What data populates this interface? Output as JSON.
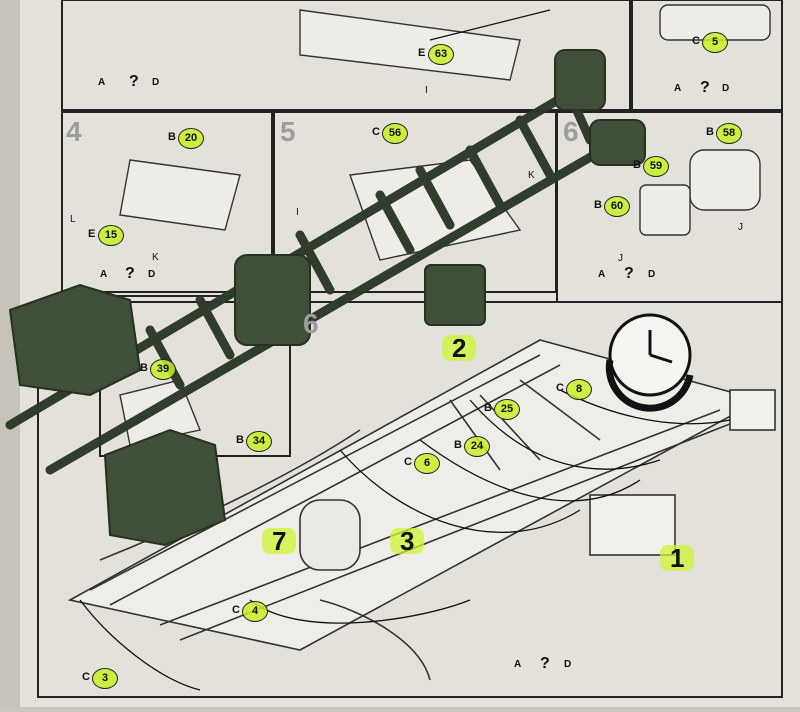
{
  "step_numbers": [
    "4",
    "5",
    "6",
    "6"
  ],
  "big_steps": [
    "1",
    "2",
    "3",
    "7"
  ],
  "part_callouts": [
    {
      "letter": "E",
      "number": "63"
    },
    {
      "letter": "C",
      "number": "5"
    },
    {
      "letter": "B",
      "number": "20"
    },
    {
      "letter": "C",
      "number": "56"
    },
    {
      "letter": "B",
      "number": "58"
    },
    {
      "letter": "B",
      "number": "59"
    },
    {
      "letter": "B",
      "number": "60"
    },
    {
      "letter": "E",
      "number": "15"
    },
    {
      "letter": "B",
      "number": "39"
    },
    {
      "letter": "B",
      "number": "34"
    },
    {
      "letter": "C",
      "number": "8"
    },
    {
      "letter": "B",
      "number": "25"
    },
    {
      "letter": "B",
      "number": "24"
    },
    {
      "letter": "C",
      "number": "6"
    },
    {
      "letter": "C",
      "number": "4"
    },
    {
      "letter": "C",
      "number": "3"
    }
  ],
  "small_labels": [
    "I",
    "I",
    "J",
    "J",
    "K",
    "K",
    "L"
  ],
  "legend": {
    "left": "A",
    "right": "D",
    "mid": "?"
  },
  "colors": {
    "paper": "#e6e3dc",
    "line": "#1a1a1a",
    "green": "#3b4a36",
    "highlight": "#d3f23a"
  }
}
